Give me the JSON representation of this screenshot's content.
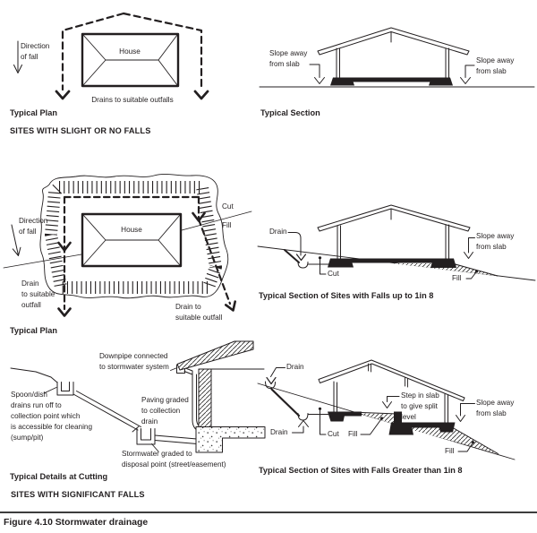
{
  "figure_caption": "Figure 4.10 Stormwater drainage",
  "colors": {
    "ink": "#231f20"
  },
  "sections": {
    "slight": {
      "header": "SITES WITH SLIGHT OR NO FALLS",
      "plan": {
        "caption": "Typical Plan",
        "direction": "Direction\nof fall",
        "house": "House",
        "drains": "Drains to suitable outfalls"
      },
      "section": {
        "caption": "Typical Section",
        "slope_left": "Slope away\nfrom slab",
        "slope_right": "Slope away\nfrom slab"
      }
    },
    "significant": {
      "header": "SITES WITH SIGNIFICANT FALLS",
      "plan": {
        "caption": "Typical Plan",
        "direction": "Direction\nof fall",
        "house": "House",
        "cut": "Cut",
        "fill": "Fill",
        "drain_left": "Drain\nto suitable\noutfall",
        "drain_right": "Drain to\nsuitable outfall"
      },
      "section_1in8": {
        "caption": "Typical Section of Sites with Falls up to 1in 8",
        "drain": "Drain",
        "cut": "Cut",
        "fill": "Fill",
        "slope_right": "Slope away\nfrom slab"
      },
      "cutting": {
        "caption": "Typical Details at Cutting",
        "downpipe": "Downpipe connected\nto stormwater system",
        "spoon": "Spoon/dish\ndrains run off to\ncollection point which\nis accessible for cleaning\n(sump/pit)",
        "paving": "Paving graded\nto collection\ndrain",
        "stormwater": "Stormwater graded to\ndisposal point (street/easement)"
      },
      "section_gt_1in8": {
        "caption": "Typical Section of Sites with Falls Greater than 1in 8",
        "drain_top": "Drain",
        "drain_low": "Drain",
        "cut": "Cut",
        "fill_mid": "Fill",
        "fill_low": "Fill",
        "step": "Step in slab\nto give split\nlevel",
        "slope_right": "Slope away\nfrom slab"
      }
    }
  }
}
